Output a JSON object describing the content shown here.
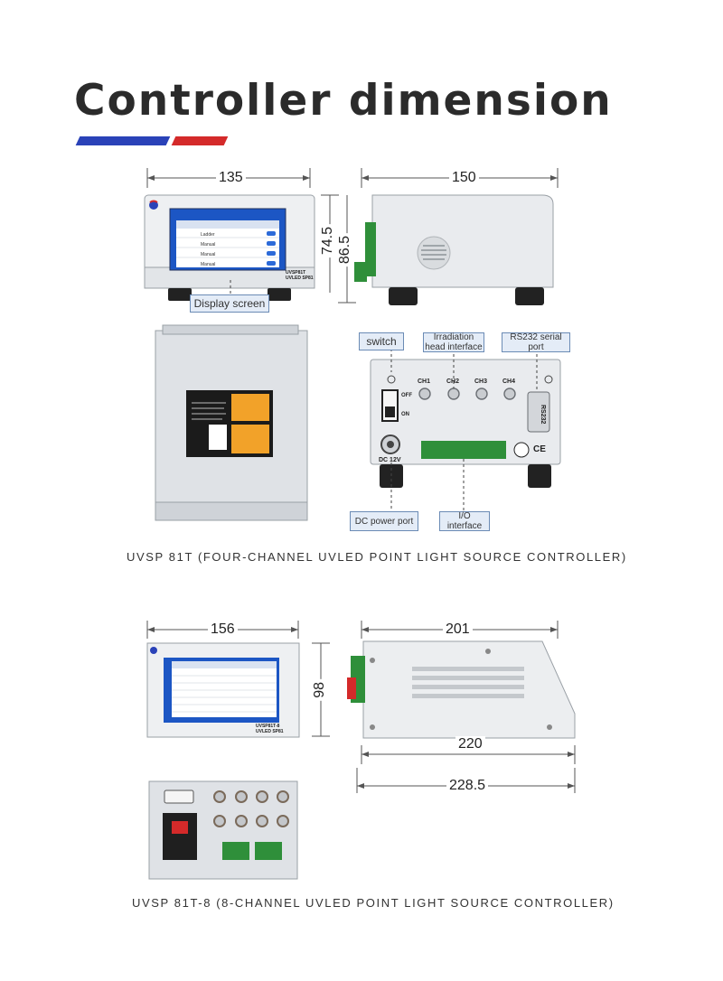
{
  "title": "Controller dimension",
  "accent": {
    "blue": "#2a42b8",
    "red": "#d42a2a"
  },
  "model1": {
    "caption": "UVSP 81T (FOUR-CHANNEL UVLED POINT LIGHT SOURCE CONTROLLER)",
    "dims": {
      "width": "135",
      "depth": "150",
      "height_inner": "74.5",
      "height_outer": "86.5"
    },
    "front_label": "UVSP81T\nUVLED SP81",
    "screen_rows": [
      "Ladder",
      "Manual",
      "Manual",
      "Manual"
    ],
    "callouts": {
      "display": "Display screen",
      "switch": "switch",
      "irradiation": "Irradiation head interface",
      "rs232": "RS232 serial port",
      "dc": "DC power port",
      "io": "I/O interface"
    },
    "back_labels": {
      "ch1": "CH1",
      "ch2": "CH2",
      "ch3": "CH3",
      "ch4": "CH4",
      "off": "OFF",
      "on": "ON",
      "dc": "DC 12V",
      "rs232": "RS232",
      "ce": "CE"
    }
  },
  "model2": {
    "caption": "UVSP 81T-8 (8-CHANNEL UVLED POINT LIGHT SOURCE CONTROLLER)",
    "dims": {
      "width": "156",
      "height": "98",
      "depth_top": "201",
      "depth_inner": "220",
      "depth_outer": "228.5"
    },
    "front_label": "UVSP81T-8\nUVLED SP81"
  }
}
